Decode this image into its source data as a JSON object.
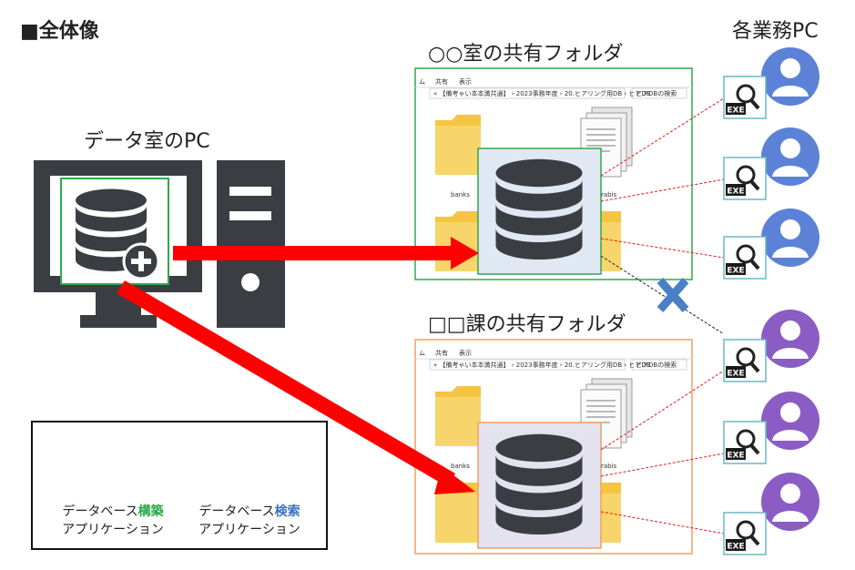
{
  "title": "■全体像",
  "left_pc_label": "データ室のPC",
  "right_header": "各業務PC",
  "folder1": {
    "title": "○○室の共有フォルダ",
    "menu": [
      "ム",
      "共有",
      "表示"
    ],
    "path": "« 【備考ゃい本本満共通】 › 2023事務年度 › 20.ヒアリング用DB › ヒアDB",
    "search": "ヒアDBの検索",
    "folder_caption1": "banks",
    "folder_caption2": "rabis"
  },
  "folder2": {
    "title": "□□課の共有フォルダ",
    "menu": [
      "ム",
      "共有",
      "表示"
    ],
    "path": "« 【備考ゃい本本満共通】 › 2023事務年度 › 20.ヒアリング用DB › ヒアDB",
    "search": "ヒアDBの検索",
    "folder_caption1": "banks",
    "folder_caption2": "rabis"
  },
  "exe_label": "EXE",
  "legend": {
    "build_prefix": "データベース",
    "build_accent": "構築",
    "build_suffix": "アプリケーション",
    "search_prefix": "データベース",
    "search_accent": "検索",
    "search_suffix": "アプリケーション"
  },
  "colors": {
    "arrow": "#ff0000",
    "green_frame": "#2eaa4a",
    "orange_frame": "#f0a060",
    "blue_user": "#5b82d6",
    "purple_user": "#8a5cc4",
    "cross": "#4a7fc6",
    "db_dark": "#3a3d42"
  }
}
